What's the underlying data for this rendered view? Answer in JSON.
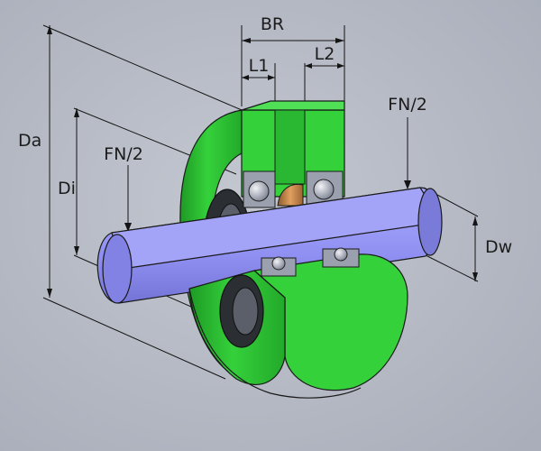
{
  "colors": {
    "background": "#b8bdc7",
    "wheel": "#35d13b",
    "wheel_shade": "#1f9f26",
    "shaft": "#8f8ff2",
    "bearing": "#9aa0ad",
    "bushing": "#c8874a"
  },
  "labels": {
    "br": "BR",
    "l1": "L1",
    "l2": "L2",
    "fn_right": "FN/2",
    "fn_left": "FN/2",
    "da": "Da",
    "di": "Di",
    "dw": "Dw"
  }
}
